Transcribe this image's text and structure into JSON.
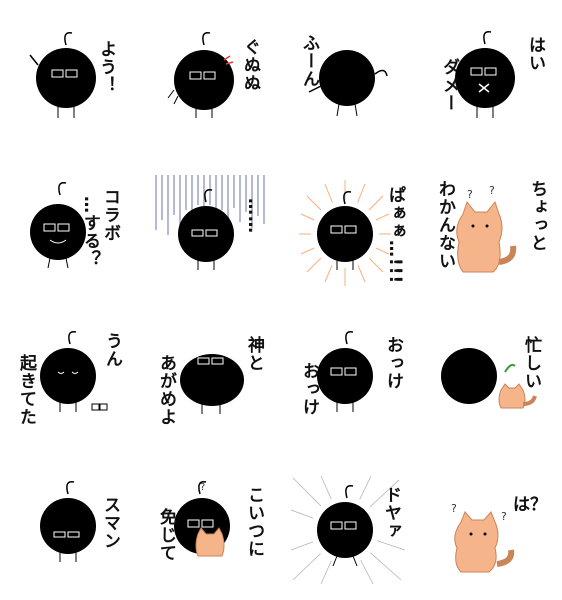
{
  "stickers": [
    {
      "id": 1,
      "lines": [
        "よう！"
      ]
    },
    {
      "id": 2,
      "lines": [
        "ぐぬぬ"
      ]
    },
    {
      "id": 3,
      "lines": [
        "ふーん"
      ]
    },
    {
      "id": 4,
      "lines": [
        "はい",
        "ダメー"
      ]
    },
    {
      "id": 5,
      "lines": [
        "コラボ",
        "…する？"
      ]
    },
    {
      "id": 6,
      "lines": [
        "……"
      ]
    },
    {
      "id": 7,
      "lines": [
        "ぱぁぁ…!!!"
      ]
    },
    {
      "id": 8,
      "lines": [
        "ちょっと",
        "わかんない"
      ]
    },
    {
      "id": 9,
      "lines": [
        "うん",
        "起きてた"
      ]
    },
    {
      "id": 10,
      "lines": [
        "神と",
        "あがめよ"
      ]
    },
    {
      "id": 11,
      "lines": [
        "おっけ",
        "おっけ"
      ]
    },
    {
      "id": 12,
      "lines": [
        "忙しい"
      ]
    },
    {
      "id": 13,
      "lines": [
        "スマン"
      ]
    },
    {
      "id": 14,
      "lines": [
        "こいつに",
        "免じて"
      ]
    },
    {
      "id": 15,
      "lines": [
        "ドヤァ"
      ]
    },
    {
      "id": 16,
      "lines": [
        "は？"
      ]
    }
  ],
  "colors": {
    "blob": "#000000",
    "cat": "#f5b48a",
    "cat_stroke": "#c98458",
    "glow": "#f4a36a",
    "rays": "#9aa3c8"
  }
}
